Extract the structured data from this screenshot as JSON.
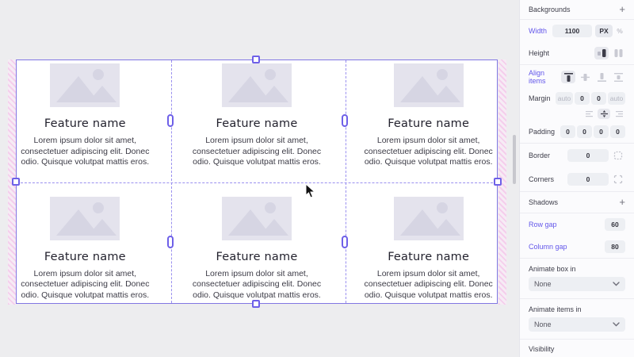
{
  "canvas": {
    "card": {
      "title": "Feature name",
      "body_lines": [
        "Lorem ipsum dolor sit amet,",
        "consectetuer adipiscing elit. Donec",
        "odio. Quisque volutpat mattis eros."
      ]
    }
  },
  "sidebar": {
    "backgrounds": {
      "label": "Backgrounds",
      "add_label": "+"
    },
    "width": {
      "label": "Width",
      "value": "1100",
      "unit_px": "PX",
      "unit_percent": "%"
    },
    "height": {
      "label": "Height"
    },
    "align_items": {
      "label": "Align items"
    },
    "margin": {
      "label": "Margin",
      "values": [
        "auto",
        "0",
        "0",
        "auto"
      ]
    },
    "padding": {
      "label": "Padding",
      "values": [
        "0",
        "0",
        "0",
        "0"
      ]
    },
    "border": {
      "label": "Border",
      "value": "0"
    },
    "corners": {
      "label": "Corners",
      "value": "0"
    },
    "shadows": {
      "label": "Shadows",
      "add_label": "+"
    },
    "row_gap": {
      "label": "Row gap",
      "value": "60"
    },
    "column_gap": {
      "label": "Column gap",
      "value": "80"
    },
    "animate_box": {
      "label": "Animate box in",
      "value": "None"
    },
    "animate_items": {
      "label": "Animate items in",
      "value": "None"
    },
    "visibility": {
      "label": "Visibility"
    }
  },
  "colors": {
    "accent_purple": "#6357ea",
    "selection_border": "#8277e3",
    "grid_dash": "#9a90ef",
    "hatch_pink": "#f6c9ec",
    "placeholder_bg": "#e4e3ed",
    "placeholder_shape": "#d6d5e3",
    "panel_bg": "#fbfbfd",
    "field_bg": "#edeff3"
  }
}
